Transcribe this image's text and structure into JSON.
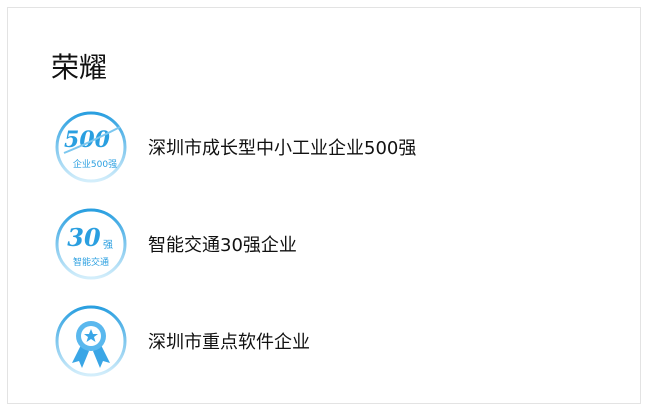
{
  "section": {
    "title": "荣耀",
    "honors": [
      {
        "label": "深圳市成长型中小工业企业500强",
        "badge_number": "500",
        "badge_text": "企业500强",
        "icon": "top-500-badge-icon"
      },
      {
        "label": "智能交通30强企业",
        "badge_number": "30",
        "badge_suffix": "强",
        "badge_text": "智能交通",
        "icon": "top-30-badge-icon"
      },
      {
        "label": "深圳市重点软件企业",
        "icon": "award-ribbon-icon"
      }
    ]
  },
  "colors": {
    "accent": "#2a9fe0",
    "light": "#bfe3f7"
  }
}
